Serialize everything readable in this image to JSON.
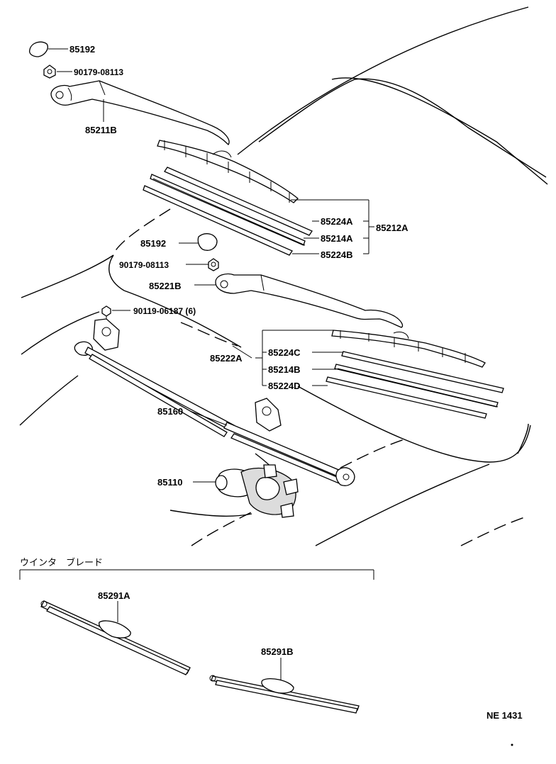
{
  "labels": {
    "p85192_top": "85192",
    "p90179_top": "90179-08113",
    "p85211B": "85211B",
    "p85224A": "85224A",
    "p85214A": "85214A",
    "p85212A": "85212A",
    "p85224B": "85224B",
    "p85192_mid": "85192",
    "p90179_mid": "90179-08113",
    "p85221B": "85221B",
    "p90119": "90119-06187 (6)",
    "p85222A": "85222A",
    "p85224C": "85224C",
    "p85214B": "85214B",
    "p85224D": "85224D",
    "p85160": "85160",
    "p85110": "85110",
    "section_title": "ウインタ　ブレード",
    "p85291A": "85291A",
    "p85291B": "85291B",
    "figure_code": "NE 1431"
  }
}
